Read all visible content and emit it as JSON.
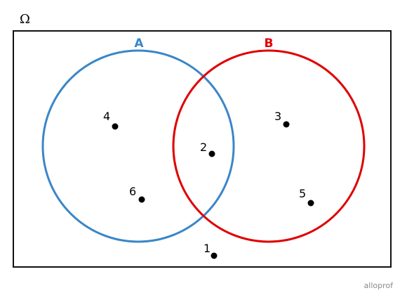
{
  "universe": {
    "symbol": "Ω"
  },
  "sets": [
    {
      "name": "A",
      "color": "#3A86C8"
    },
    {
      "name": "B",
      "color": "#E00000"
    }
  ],
  "elements": [
    {
      "label": "4",
      "region": "A only"
    },
    {
      "label": "6",
      "region": "A only"
    },
    {
      "label": "2",
      "region": "A and B"
    },
    {
      "label": "3",
      "region": "B only"
    },
    {
      "label": "5",
      "region": "B only"
    },
    {
      "label": "1",
      "region": "outside A and B"
    }
  ],
  "watermark": "alloprof"
}
